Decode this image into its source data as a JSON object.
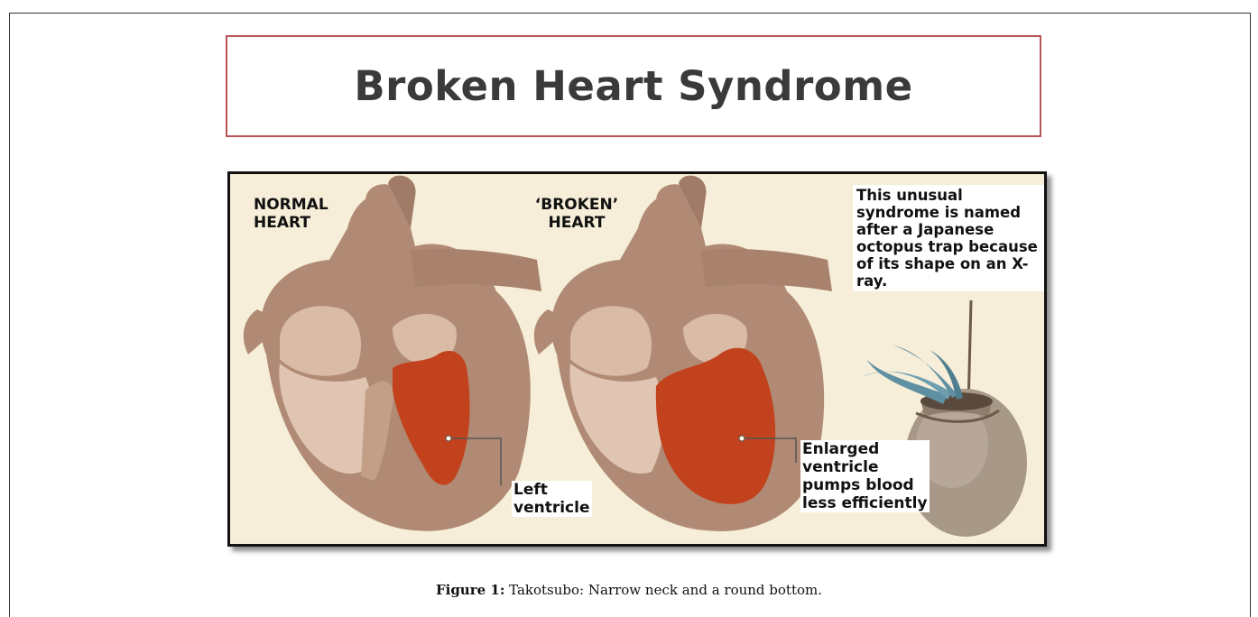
{
  "title": "Broken Heart Syndrome",
  "labels": {
    "normal_heart": "NORMAL\nHEART",
    "broken_heart": "‘BROKEN’\nHEART",
    "left_ventricle": "Left\nventricle",
    "enlarged_ventricle": "Enlarged\nventricle\npumps blood\nless efficiently",
    "note": "This unusual syndrome is named after a Japanese octopus trap because of its shape on an X-ray."
  },
  "caption": {
    "label": "Figure 1:",
    "text": " Takotsubo: Narrow neck and a round bottom."
  },
  "colors": {
    "title_border": "#b85458",
    "figure_bg": "#f6eed8",
    "heart_dark": "#b08a74",
    "heart_light": "#d9bba6",
    "ventricle": "#c2421d",
    "octopus": "#5f8fa2",
    "pot": "#a89888"
  }
}
